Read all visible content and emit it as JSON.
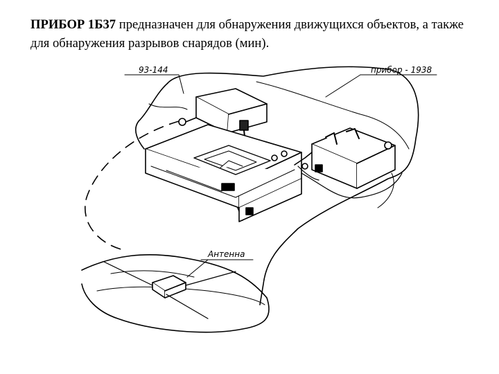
{
  "caption": {
    "bold": "ПРИБОР 1Б37",
    "text": " предназначен для обнаружения движущихся объектов, а также для обнаружения разрывов снарядов (мин)."
  },
  "drawing": {
    "labels": {
      "left_unit": "93-144",
      "right_unit": "прибор - 1938",
      "antenna": "Антенна"
    }
  }
}
